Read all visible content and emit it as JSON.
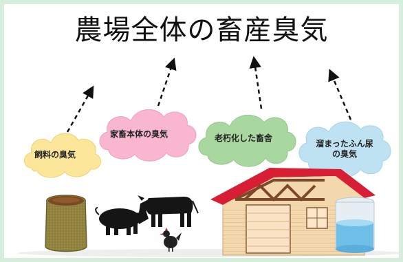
{
  "title": "農場全体の畜産臭気",
  "sources": [
    {
      "label": "飼料の臭気",
      "color": "#fbe69a"
    },
    {
      "label": "家畜本体の臭気",
      "color": "#f8b6cf"
    },
    {
      "label": "老朽化した畜舎",
      "color": "#a8d8a0"
    },
    {
      "label": "溜まったふん尿\nの臭気",
      "color": "#bfe2f3"
    }
  ],
  "icons": [
    "feed-sack-icon",
    "pig-icon",
    "cow-icon",
    "chicken-icon",
    "barn-icon",
    "manure-tank-icon"
  ]
}
